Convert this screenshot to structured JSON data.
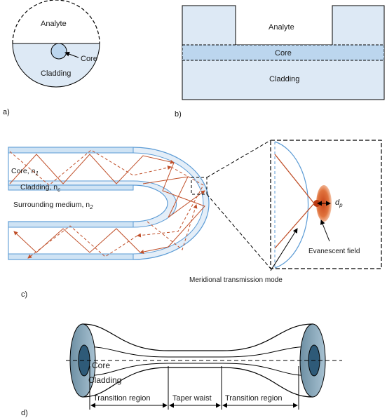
{
  "panel_a": {
    "letter": "a)",
    "analyte": "Analyte",
    "core": "Core",
    "cladding": "Cladding"
  },
  "panel_b": {
    "letter": "b)",
    "analyte": "Analyte",
    "core": "Core",
    "cladding": "Cladding"
  },
  "panel_c": {
    "letter": "c)",
    "core_label": "Core, n",
    "core_sub": "1",
    "cladding_label": "Cladding, n",
    "cladding_sub": "c",
    "medium_label": "Surrounding medium, n",
    "medium_sub": "2",
    "dp_label": "d",
    "dp_sub": "p",
    "evanescent_label": "Evanescent field",
    "meridional_label": "Meridional transmission mode"
  },
  "panel_d": {
    "letter": "d)",
    "core": "Core",
    "cladding": "Cladding",
    "transition_left": "Transition region",
    "taper_waist": "Taper waist",
    "transition_right": "Transition region"
  },
  "colors": {
    "core_fill": "#cfe3f4",
    "cladding_fill": "#dde9f5",
    "fiber_edge": "#5b9bd5",
    "ray": "#c0502a",
    "evanescent": "#d9622b"
  }
}
